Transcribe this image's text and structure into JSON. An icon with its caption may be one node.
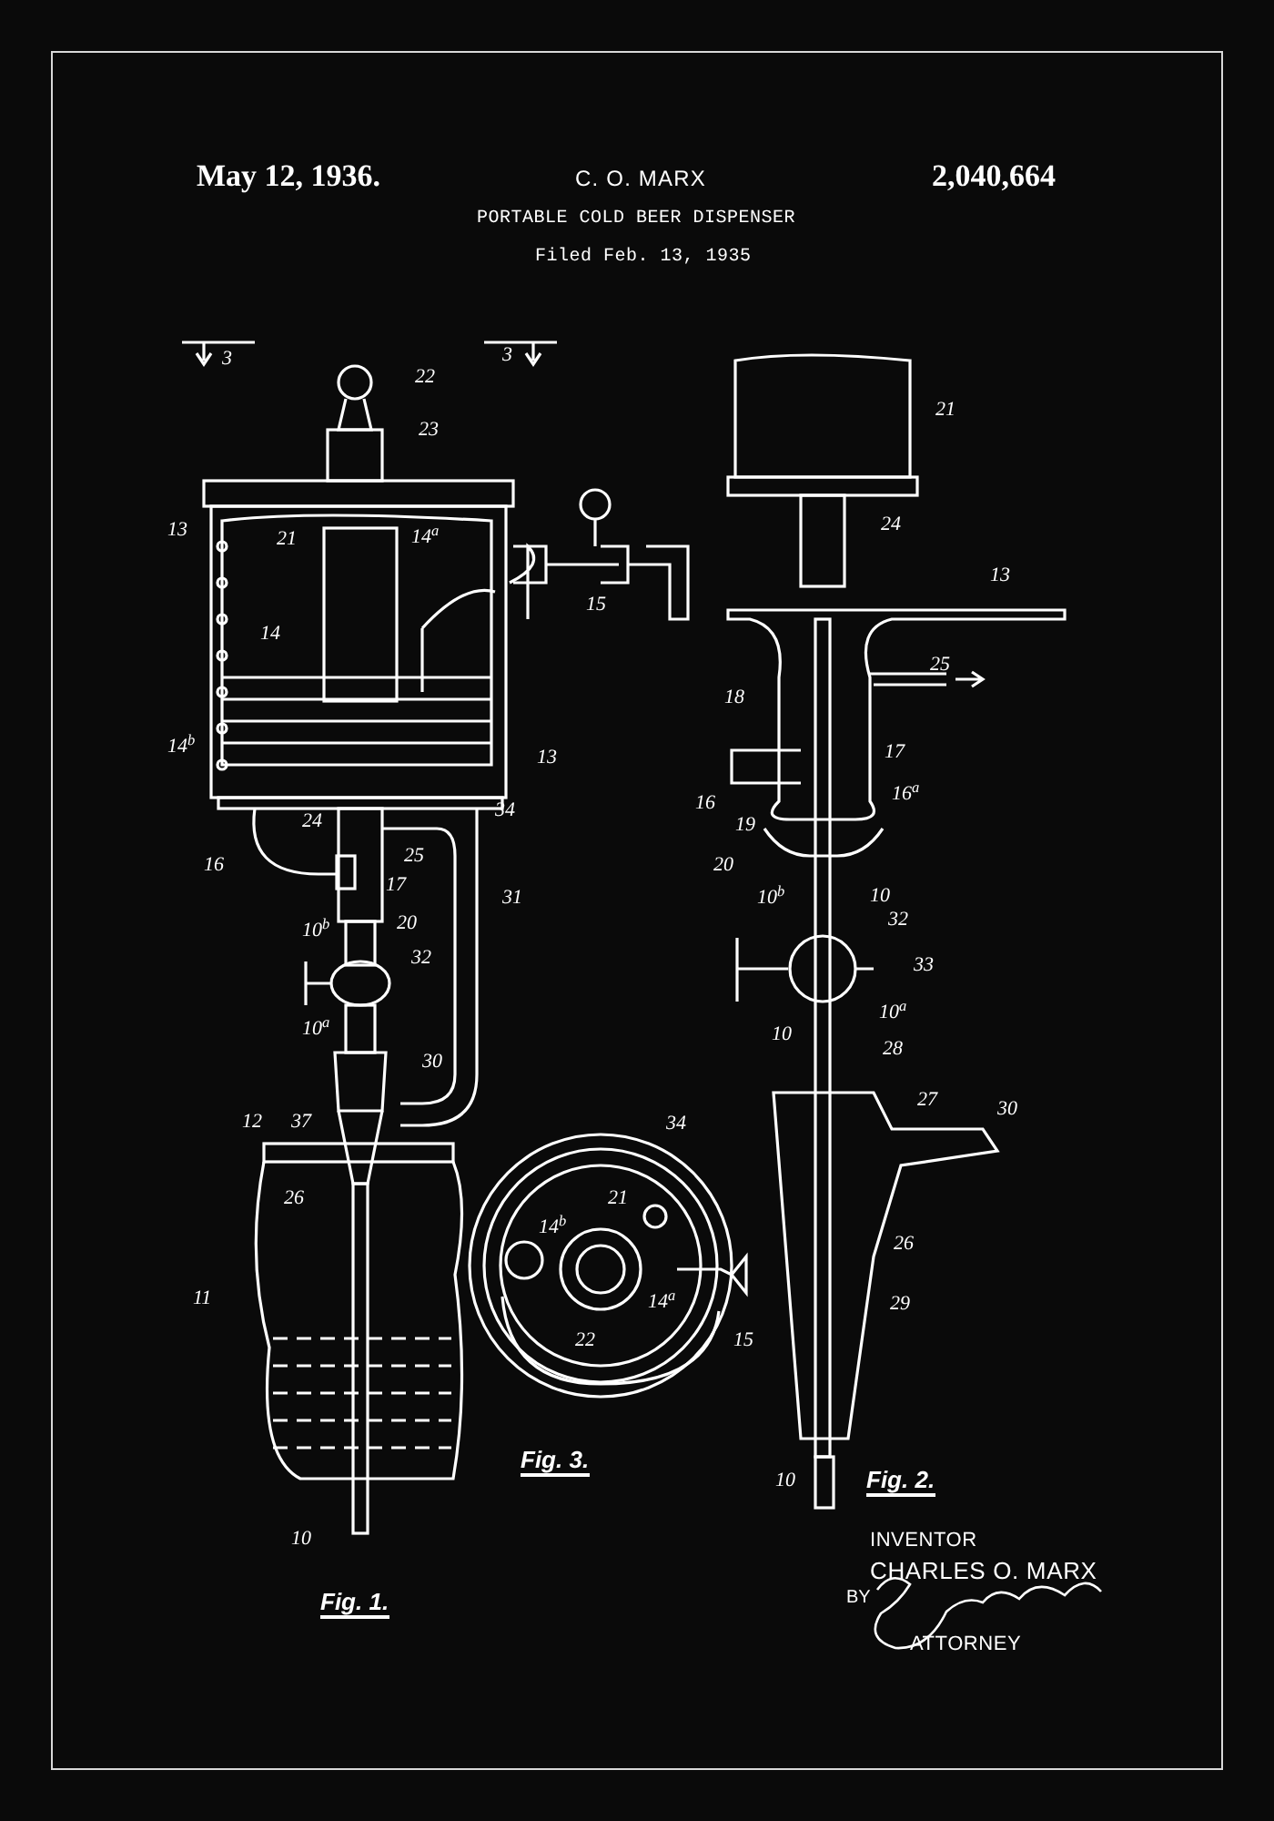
{
  "diagram": {
    "title": "PORTABLE COLD BEER DISPENSER",
    "labels": [
      "May 12, 1936.",
      "C. O. MARX",
      "2,040,664",
      "Filed Feb. 13, 1935",
      "3",
      "3",
      "22",
      "23",
      "13",
      "21",
      "14$^{a}$",
      "15",
      "14",
      "14$^{b}$",
      "13",
      "24",
      "34",
      "16",
      "25",
      "17",
      "20",
      "10$^{b}$",
      "31",
      "32",
      "10$^{a}$",
      "30",
      "12",
      "37",
      "26",
      "11",
      "10",
      "21",
      "24",
      "13",
      "25",
      "18",
      "17",
      "16",
      "16$^{a}$",
      "19",
      "20",
      "10$^{b}$",
      "10",
      "32",
      "33",
      "10$^{a}$",
      "10",
      "28",
      "27",
      "30",
      "26",
      "29",
      "10",
      "34",
      "21",
      "14$^{b}$",
      "14$^{a}$",
      "22",
      "15",
      "Fig. 1.",
      "Fig. 3.",
      "Fig. 2.",
      "INVENTOR",
      "CHARLES O. MARX",
      "BY",
      "ATTORNEY"
    ]
  }
}
